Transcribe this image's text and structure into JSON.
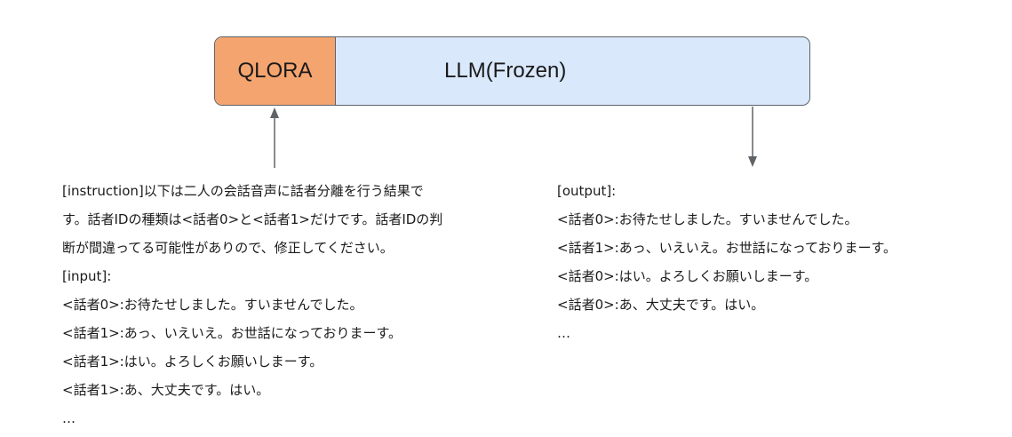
{
  "model": {
    "qlora_label": "QLORA",
    "llm_label": "LLM(Frozen)",
    "colors": {
      "qlora_fill": "#f4a46f",
      "llm_fill": "#dae8fc",
      "border": "#5f6368"
    }
  },
  "input_text": {
    "lines": [
      "[instruction]以下は二人の会話音声に話者分離を行う結果で",
      "す。話者IDの種類は<話者0>と<話者1>だけです。話者IDの判",
      "断が間違ってる可能性がありので、修正してください。",
      "[input]:",
      "<話者0>:お待たせしました。すいませんでした。",
      "<話者1>:あっ、いえいえ。お世話になっておりまーす。",
      "<話者1>:はい。よろしくお願いしまーす。",
      "<話者1>:あ、大丈夫です。はい。",
      "…"
    ]
  },
  "output_text": {
    "lines": [
      "[output]:",
      "<話者0>:お待たせしました。すいませんでした。",
      "<話者1>:あっ、いえいえ。お世話になっておりまーす。",
      "<話者0>:はい。よろしくお願いしまーす。",
      "<話者0>:あ、大丈夫です。はい。",
      "…"
    ]
  }
}
